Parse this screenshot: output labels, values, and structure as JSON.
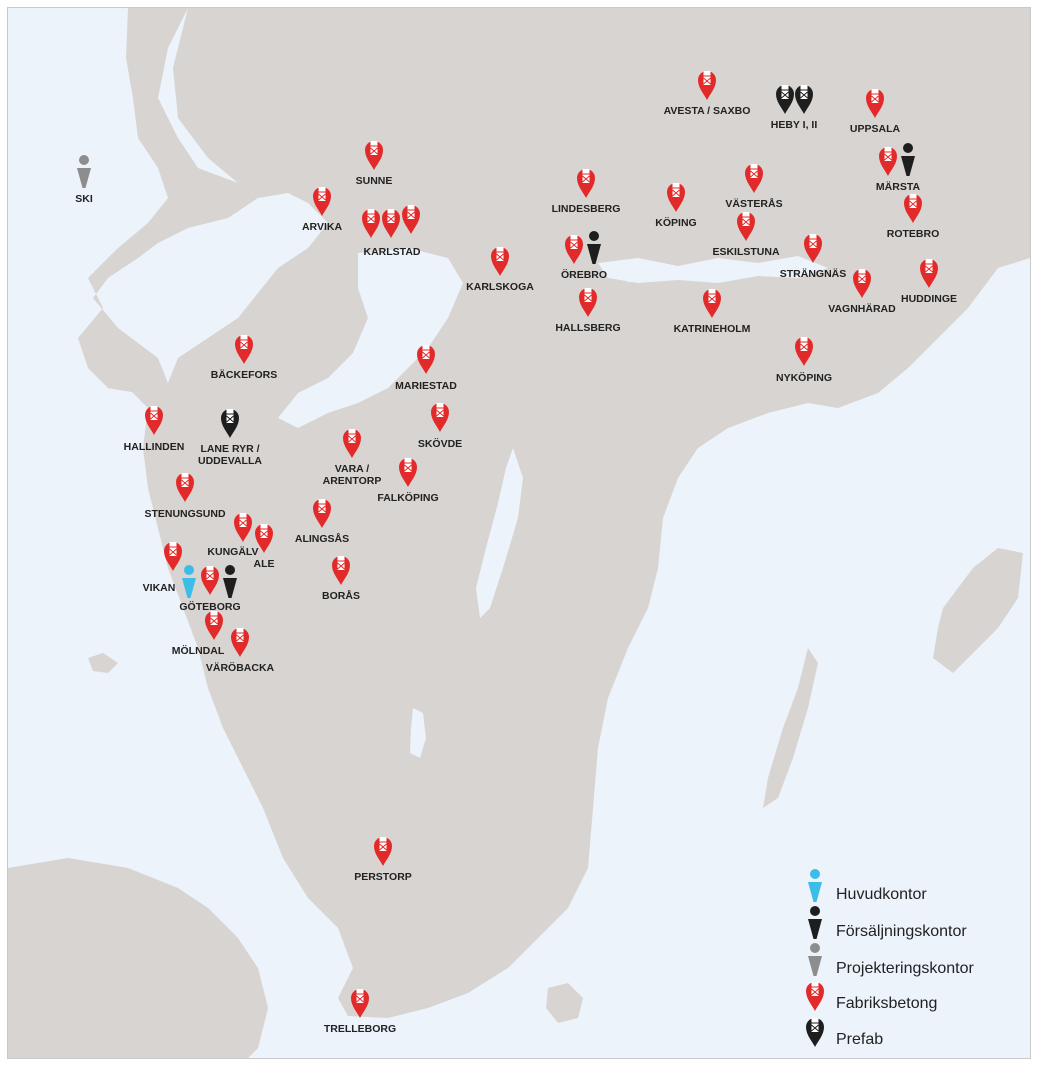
{
  "colors": {
    "water": "#ecf3fb",
    "land": "#d8d4d1",
    "fabriksbetong": "#e22a2a",
    "prefab": "#1e1e1e",
    "huvudkontor": "#3bbde8",
    "forsaljningskontor": "#1e1e1e",
    "projekteringskontor": "#8d8d8d"
  },
  "legend": {
    "huvudkontor": "Huvudkontor",
    "forsaljningskontor": "Försäljningskontor",
    "projekteringskontor": "Projekteringskontor",
    "fabriksbetong": "Fabriksbetong",
    "prefab": "Prefab"
  },
  "labels": {
    "ski": "SKI",
    "sunne": "SUNNE",
    "arvika": "ARVIKA",
    "karlstad": "KARLSTAD",
    "karlskoga": "KARLSKOGA",
    "lindesberg": "LINDESBERG",
    "orebro": "ÖREBRO",
    "hallsberg": "HALLSBERG",
    "koping": "KÖPING",
    "vasteras": "VÄSTERÅS",
    "eskilstuna": "ESKILSTUNA",
    "avesta": "AVESTA / SAXBO",
    "heby": "HEBY I, II",
    "uppsala": "UPPSALA",
    "marsta": "MÄRSTA",
    "rotebro": "ROTEBRO",
    "strangnas": "STRÄNGNÄS",
    "vagnharad": "VAGNHÄRAD",
    "huddinge": "HUDDINGE",
    "katrineholm": "KATRINEHOLM",
    "nykoping": "NYKÖPING",
    "backefors": "BÄCKEFORS",
    "mariestad": "MARIESTAD",
    "hallinden": "HALLINDEN",
    "lane_ryr_1": "LANE RYR /",
    "lane_ryr_2": "UDDEVALLA",
    "vara_1": "VARA /",
    "vara_2": "ARENTORP",
    "skovde": "SKÖVDE",
    "falkoping": "FALKÖPING",
    "stenungsund": "STENUNGSUND",
    "kungalv": "KUNGÄLV",
    "ale": "ALE",
    "alingsas": "ALINGSÅS",
    "vikan": "VIKAN",
    "goteborg": "GÖTEBORG",
    "boras": "BORÅS",
    "molndal": "MÖLNDAL",
    "varobacka": "VÄRÖBACKA",
    "perstorp": "PERSTORP",
    "trelleborg": "TRELLEBORG"
  }
}
